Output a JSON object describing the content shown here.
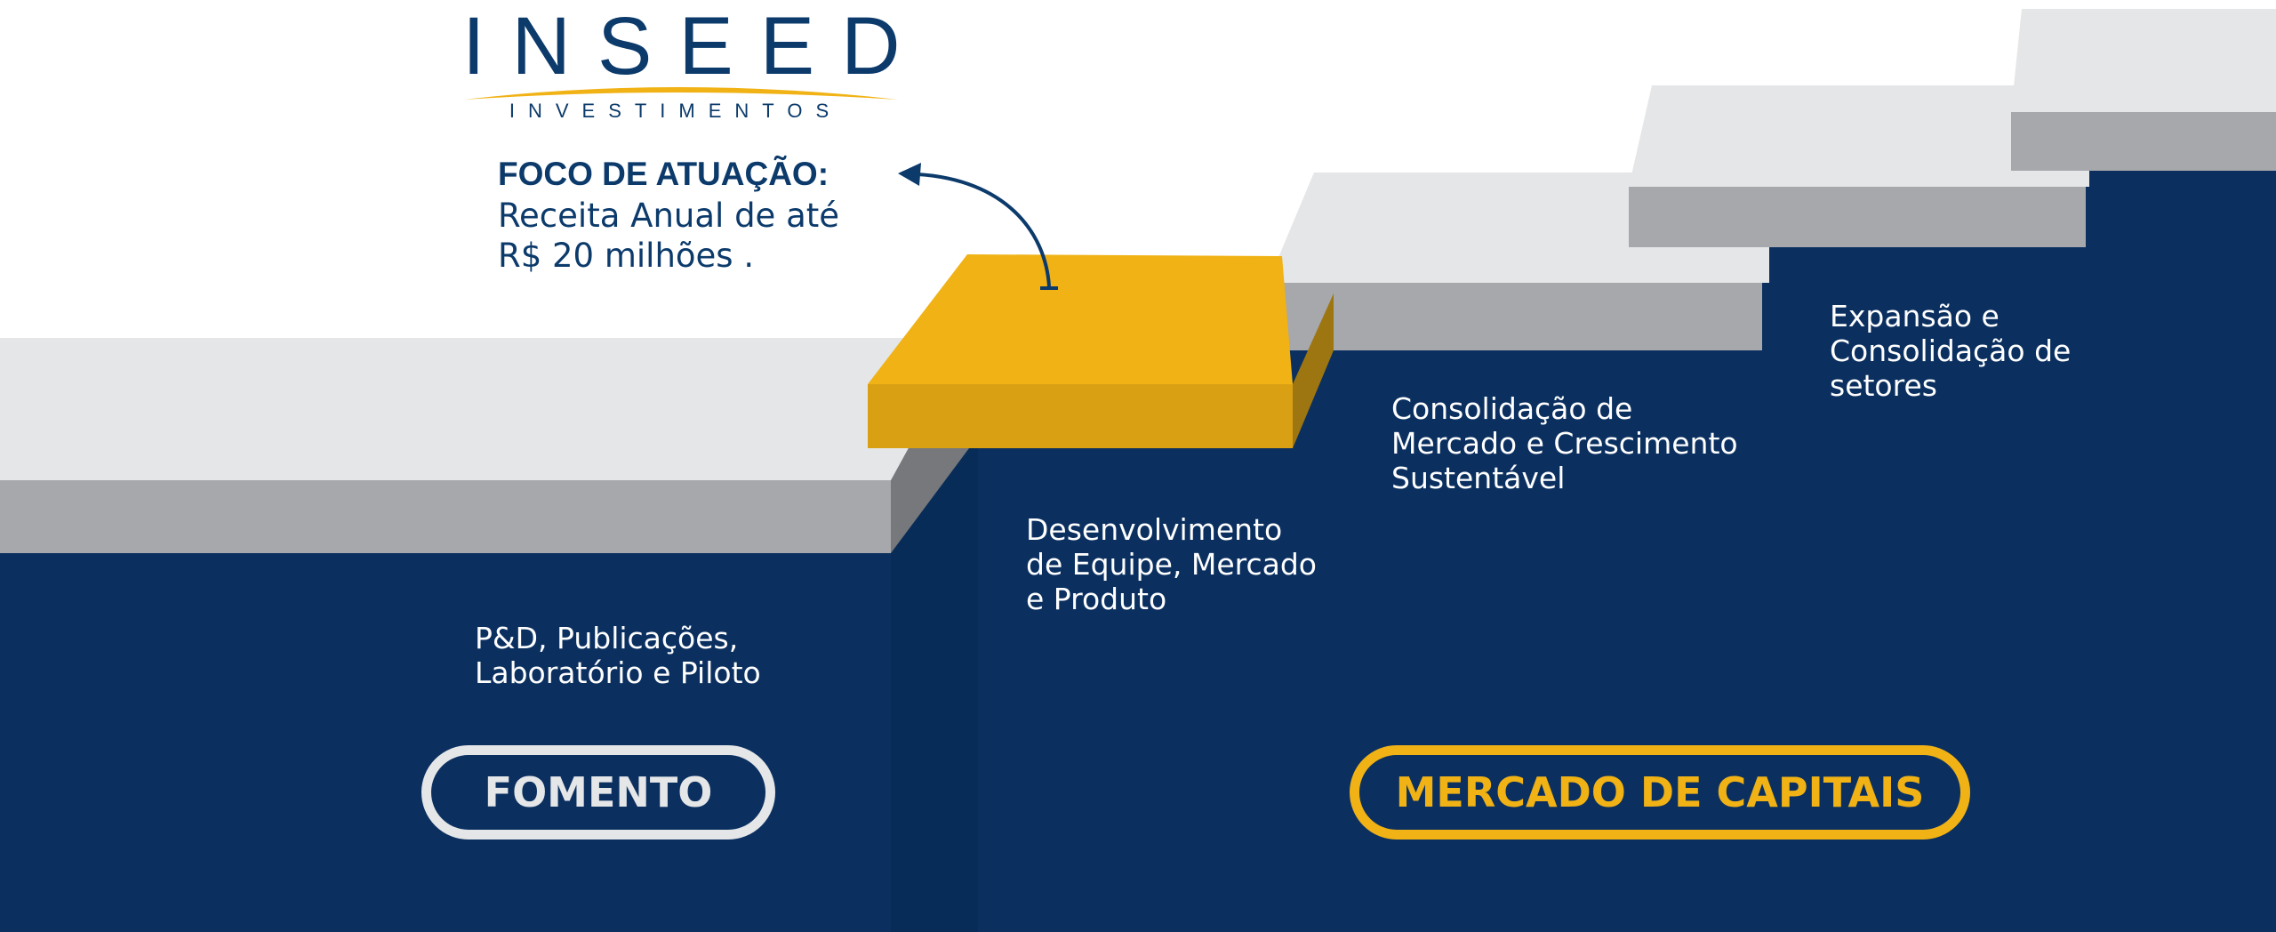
{
  "logo": {
    "title": "INSEED",
    "subtitle": "INVESTIMENTOS"
  },
  "focus": {
    "title": "FOCO DE ATUAÇÃO:",
    "lines": [
      "Receita Anual de até",
      "R$ 20 milhões ."
    ]
  },
  "steps": [
    {
      "lines": [
        "P&D, Publicações,",
        "Laboratório e Piloto"
      ]
    },
    {
      "lines": [
        "Desenvolvimento",
        "de Equipe, Mercado",
        "e Produto"
      ]
    },
    {
      "lines": [
        "Consolidação de",
        "Mercado e Crescimento",
        "Sustentável"
      ]
    },
    {
      "lines": [
        "Expansão e",
        "Consolidação de",
        "setores"
      ]
    }
  ],
  "stages": {
    "fomento": "FOMENTO",
    "mercado": "MERCADO DE CAPITAIS"
  },
  "colors": {
    "navy": "#0b3060",
    "navy_dark": "#082c58",
    "step_top": "#e5e6e8",
    "step_front": "#a7a8ac",
    "highlight": "#f0b215",
    "highlight_front": "#d9a014",
    "text_dark": "#0b3a6b"
  }
}
